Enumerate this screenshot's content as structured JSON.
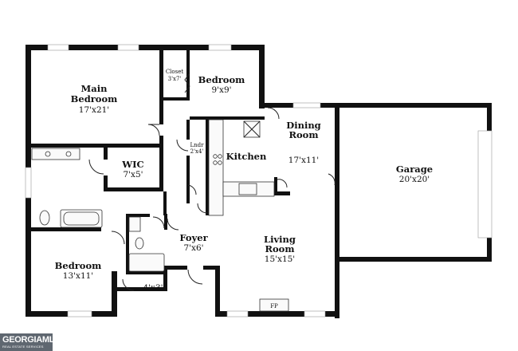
{
  "rooms": {
    "main_bedroom": {
      "name_line1": "Main",
      "name_line2": "Bedroom",
      "size": "17'x21'"
    },
    "closet": {
      "name": "Closet",
      "size": "3'x7'"
    },
    "bedroom_top": {
      "name": "Bedroom",
      "size": "9'x9'"
    },
    "wic": {
      "name": "WIC",
      "size": "7'x5'"
    },
    "laundry": {
      "name": "Lndr",
      "size": "2'x4'"
    },
    "kitchen": {
      "name": "Kitchen"
    },
    "dining": {
      "name_line1": "Dining",
      "name_line2": "Room",
      "size": "17'x11'"
    },
    "garage": {
      "name": "Garage",
      "size": "20'x20'"
    },
    "foyer": {
      "name": "Foyer",
      "size": "7'x6'"
    },
    "living": {
      "name_line1": "Living",
      "name_line2": "Room",
      "size": "15'x15'"
    },
    "bedroom_bottom": {
      "name": "Bedroom",
      "size": "13'x11'"
    },
    "small_closet": {
      "size": "4'x3'"
    },
    "fireplace": {
      "label": "FP"
    }
  },
  "logo": {
    "main": "GEORGIAMLS",
    "sub": "REAL ESTATE SERVICES"
  },
  "colors": {
    "wall": "#111111",
    "logo_bg": "#5f6770"
  }
}
